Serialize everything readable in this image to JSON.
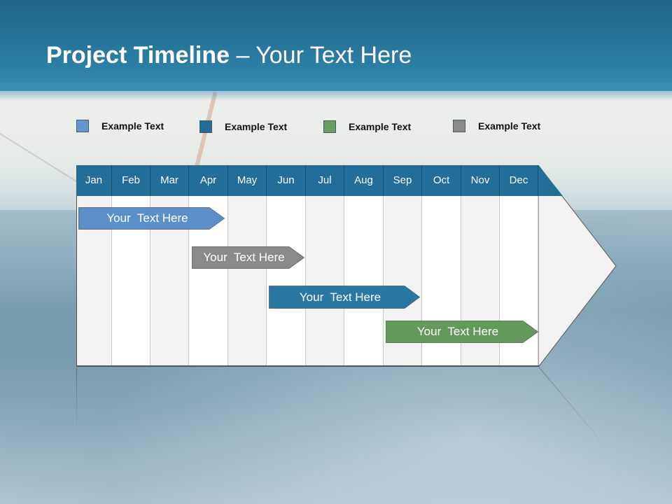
{
  "header": {
    "title_bold": "Project Timeline",
    "title_rest": " – Your Text Here",
    "color": "#2b7ea3"
  },
  "legend": [
    {
      "label": "Example Text",
      "color": "#6396cc"
    },
    {
      "label": "Example Text",
      "color": "#216f98"
    },
    {
      "label": "Example Text",
      "color": "#6a9e60"
    },
    {
      "label": "Example Text",
      "color": "#8a8a8a"
    }
  ],
  "timeline": {
    "months": [
      "Jan",
      "Feb",
      "Mar",
      "Apr",
      "May",
      "Jun",
      "Jul",
      "Aug",
      "Sep",
      "Oct",
      "Nov",
      "Dec"
    ],
    "tasks": [
      {
        "label": "Your  Text Here",
        "color": "#5b8fc9"
      },
      {
        "label": "Your  Text Here",
        "color": "#8a8a8a"
      },
      {
        "label": "Your  Text Here",
        "color": "#2878a3"
      },
      {
        "label": "Your  Text Here",
        "color": "#639a5b"
      }
    ]
  }
}
